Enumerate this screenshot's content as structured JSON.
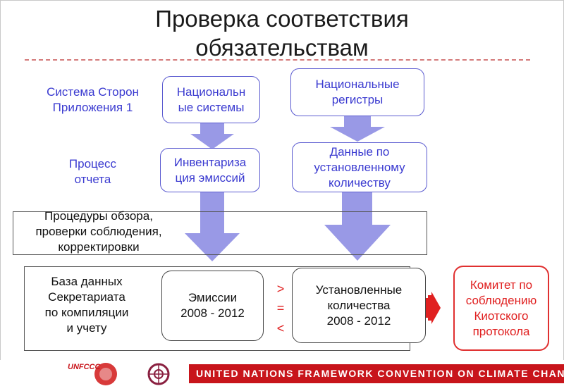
{
  "title": {
    "line1": "Проверка соответствия",
    "line2": "обязательствам"
  },
  "labels": {
    "parties_line1": "Система Сторон",
    "parties_line2": "Приложения 1",
    "process_line1": "Процесс",
    "process_line2": "отчета"
  },
  "nodes": {
    "national_systems": {
      "line1": "Национальн",
      "line2": "ые системы"
    },
    "national_registries": {
      "line1": "Национальные",
      "line2": "регистры"
    },
    "inventory": {
      "line1": "Инвентариза",
      "line2": "ция эмиссий"
    },
    "assigned_data": {
      "line1": "Данные по",
      "line2": "установленному",
      "line3": "количеству"
    },
    "review": {
      "line1": "Процедуры обзора,",
      "line2": "проверки соблюдения,",
      "line3": "корректировки"
    },
    "secretariat_db": {
      "line1": "База данных",
      "line2": "Секретариата",
      "line3": "по компиляции",
      "line4": "и учету"
    },
    "emissions": {
      "line1": "Эмиссии",
      "line2": "2008 - 2012"
    },
    "assigned_amounts": {
      "line1": "Установленные",
      "line2": "количества",
      "line3": "2008 - 2012"
    },
    "compliance_committee": {
      "line1": "Комитет по",
      "line2": "соблюдению",
      "line3": "Киотского",
      "line4": "протокола"
    }
  },
  "relations": {
    "gt": ">",
    "eq": "=",
    "lt": "<"
  },
  "footer": {
    "logo_text": "UNFCCC",
    "banner_text": "UNITED NATIONS FRAMEWORK CONVENTION ON CLIMATE CHANGE"
  },
  "colors": {
    "blue_text": "#3a3ad0",
    "arrow": "#9999e6",
    "red": "#e02020",
    "banner": "#c8151b"
  }
}
